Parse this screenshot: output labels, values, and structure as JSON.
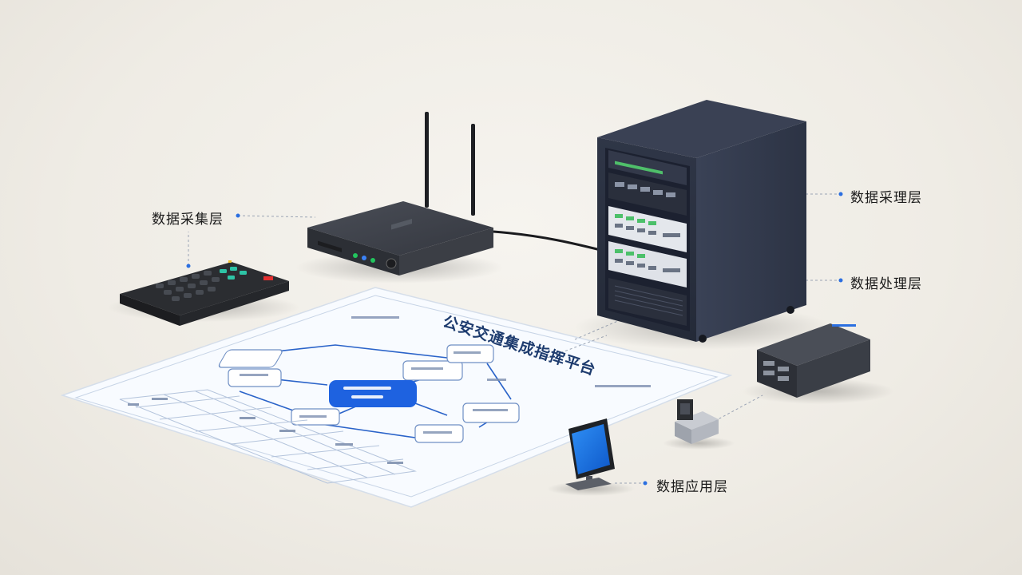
{
  "labels": {
    "acquisition_layer": "数据采集层",
    "collection_layer": "数据采理层",
    "processing_layer": "数据处理层",
    "application_layer": "数据应用层"
  },
  "diagram": {
    "title": "公安交通集成指挥平台"
  },
  "colors": {
    "accent": "#1e5bd6",
    "leader_dot": "#2b6fe0",
    "cabinet": "#2b3140",
    "diagram_box": "#1e62e0"
  },
  "icons": [
    "wifi-router-icon",
    "keypad-controller-icon",
    "server-rack-icon",
    "storage-box-icon",
    "camera-device-icon",
    "tablet-terminal-icon"
  ]
}
